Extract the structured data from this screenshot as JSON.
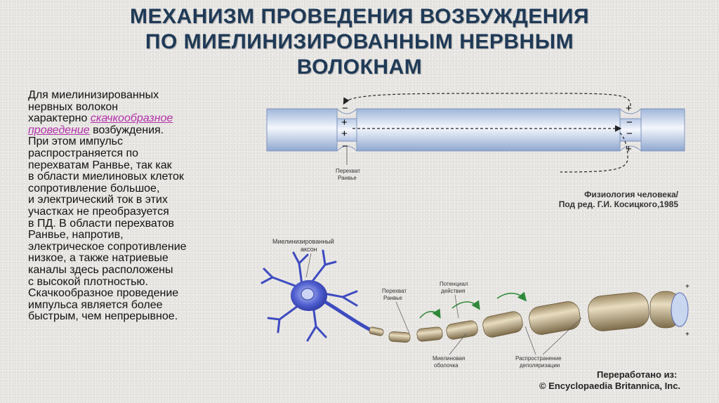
{
  "title": {
    "lines": [
      "МЕХАНИЗМ ПРОВЕДЕНИЯ ВОЗБУЖДЕНИЯ",
      "ПО МИЕЛИНИЗИРОВАННЫМ НЕРВНЫМ",
      "ВОЛОКНАМ"
    ]
  },
  "body": {
    "line1": "Для миелинизированных",
    "line2": "нервных волокон",
    "line3_prefix": "характерно ",
    "line3_highlight": "скачкообразное",
    "line4_highlight": "проведение",
    "line4_suffix": " возбуждения.",
    "lines_rest": [
      "При этом импульс",
      "распространяется по",
      "перехватам Ранвье, так как",
      "в области миелиновых клеток",
      "сопротивление большое,",
      "и электрический ток в этих",
      "участках не преобразуется",
      "в ПД. В области перехватов",
      "Ранвье, напротив,",
      "электрическое сопротивление",
      "низкое, а также натриевые",
      "каналы здесь расположены",
      "с высокой плотностью.",
      "Скачкообразное проведение",
      "импульса является более",
      "быстрым, чем непрерывное."
    ]
  },
  "top_diagram": {
    "label_node_line1": "Перехват",
    "label_node_line2": "Ранвье",
    "sign_plus": "+",
    "sign_minus": "−"
  },
  "credit_top": {
    "line1": "Физиология человека/",
    "line2": "Под ред. Г.И. Косицкого,1985"
  },
  "bottom_diagram": {
    "label_axon_line1": "Миелинизированный",
    "label_axon_line2": "аксон",
    "label_node_line1": "Перехват",
    "label_node_line2": "Ранвье",
    "label_ap_line1": "Потенциал",
    "label_ap_line2": "действия",
    "label_myelin_line1": "Миелиновая",
    "label_myelin_line2": "оболочка",
    "label_depol_line1": "Распространение",
    "label_depol_line2": "деполяризации"
  },
  "credit_bottom": {
    "line1": "Переработано из:",
    "line2": "© Encyclopaedia Britannica, Inc."
  }
}
